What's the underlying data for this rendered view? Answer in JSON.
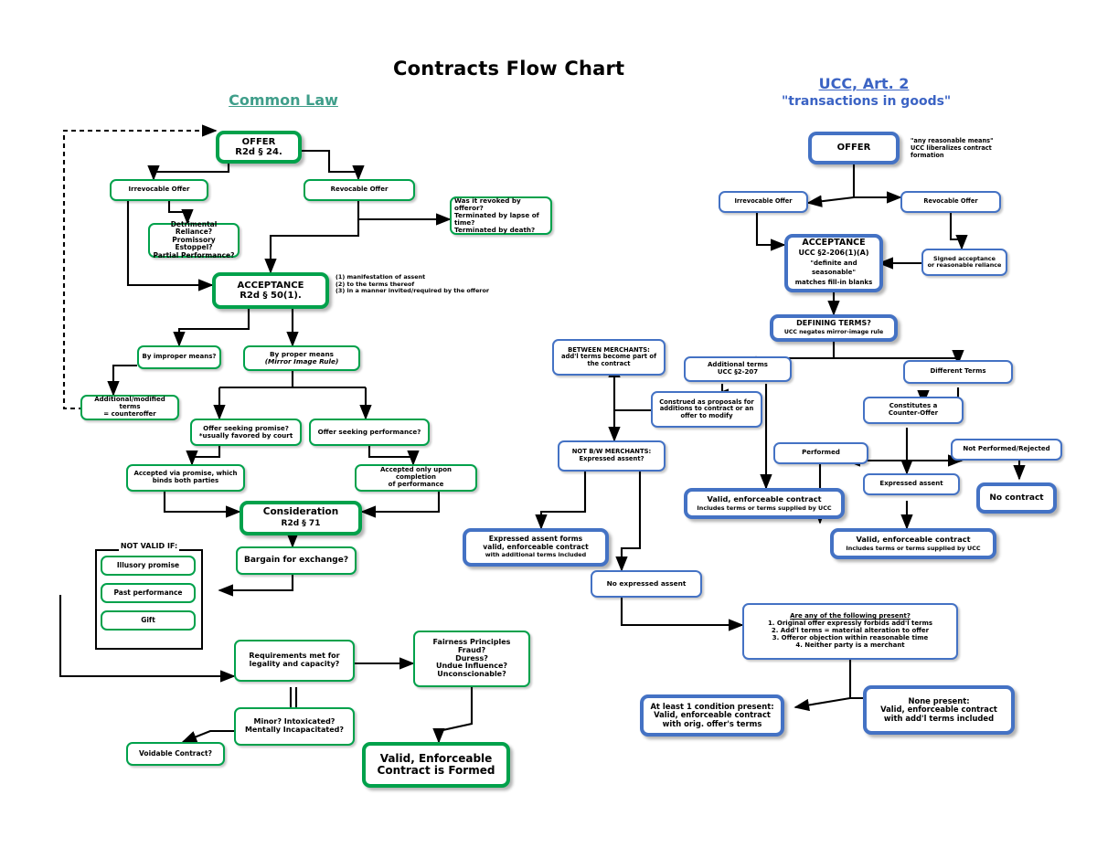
{
  "title": "Contracts Flow Chart",
  "colors": {
    "common_law_green": "#00a14b",
    "ucc_blue": "#4472c4",
    "cl_title": "#3f9e8a",
    "ucc_title": "#3b63c4"
  },
  "columns": {
    "common_law": {
      "title": "Common Law"
    },
    "ucc": {
      "title": "UCC, Art. 2",
      "subtitle": "\"transactions in goods\""
    }
  },
  "common_law": {
    "offer": {
      "l1": "OFFER",
      "l2": "R2d § 24."
    },
    "irrevocable_offer": "Irrevocable Offer",
    "revocable_offer": "Revocable Offer",
    "reliance": {
      "l1": "Detrimental Reliance?",
      "l2": "Promissory Estoppel?",
      "l3": "Partial Performance?"
    },
    "revoked": {
      "l1": "Was it revoked by offeror?",
      "l2": "Terminated by lapse of time?",
      "l3": "Terminated by death?"
    },
    "acceptance": {
      "l1": "ACCEPTANCE",
      "l2": "R2d § 50(1)."
    },
    "acceptance_note": {
      "l1": "(1) manifestation of assent",
      "l2": "(2) to the terms thereof",
      "l3": "(3) in a manner invited/required by the offeror"
    },
    "improper_means": "By improper means?",
    "proper_means": {
      "l1": "By proper means",
      "l2": "(Mirror Image Rule)"
    },
    "counteroffer": {
      "l1": "Additional/modified terms",
      "l2": "= counteroffer"
    },
    "seeking_promise": {
      "l1": "Offer seeking promise?",
      "l2": "*usually favored by court"
    },
    "seeking_performance": "Offer seeking performance?",
    "accepted_promise": {
      "l1": "Accepted via promise, which",
      "l2": "binds both parties"
    },
    "accepted_performance": {
      "l1": "Accepted only upon completion",
      "l2": "of performance"
    },
    "consideration": {
      "l1": "Consideration",
      "l2": "R2d § 71"
    },
    "bargain": "Bargain for exchange?",
    "not_valid_label": "NOT VALID IF:",
    "not_valid_items": [
      "Illusory promise",
      "Past performance",
      "Gift"
    ],
    "legality": {
      "l1": "Requirements met for",
      "l2": "legality and capacity?"
    },
    "minor": {
      "l1": "Minor? Intoxicated?",
      "l2": "Mentally Incapacitated?"
    },
    "voidable": "Voidable Contract?",
    "fairness": {
      "l1": "Fairness Principles",
      "l2": "Fraud?",
      "l3": "Duress?",
      "l4": "Undue Influence?",
      "l5": "Unconscionable?"
    },
    "valid_final": {
      "l1": "Valid, Enforceable",
      "l2": "Contract is Formed"
    }
  },
  "ucc": {
    "offer": "OFFER",
    "offer_note": {
      "l1": "\"any reasonable means\"",
      "l2": "UCC liberalizes contract",
      "l3": "formation"
    },
    "irrevocable_offer": "Irrevocable Offer",
    "revocable_offer": "Revocable Offer",
    "signed_acceptance": {
      "l1": "Signed acceptance",
      "l2": "or reasonable reliance"
    },
    "acceptance": {
      "l1": "ACCEPTANCE",
      "l2": "UCC §2-206(1)(A)",
      "l3": "\"definite and seasonable\"",
      "l4": "matches fill-in blanks"
    },
    "defining_terms": {
      "l1": "DEFINING TERMS?",
      "l2": "UCC negates mirror-image rule"
    },
    "additional_terms": {
      "l1": "Additional terms",
      "l2": "UCC §2-207"
    },
    "different_terms": "Different Terms",
    "construed": {
      "l1": "Construed as proposals for",
      "l2": "additions to contract or an",
      "l3": "offer to modify"
    },
    "between_merchants": {
      "l1": "BETWEEN MERCHANTS:",
      "l2": "add'l terms become part of",
      "l3": "the contract"
    },
    "not_bw_merchants": {
      "l1": "NOT B/W MERCHANTS:",
      "l2": "Expressed assent?"
    },
    "expressed_assent_forms": {
      "l1": "Expressed assent forms",
      "l2": "valid, enforceable contract",
      "l3": "with additional terms included"
    },
    "no_expressed_assent": "No expressed assent",
    "counter_offer": {
      "l1": "Constitutes a",
      "l2": "Counter-Offer"
    },
    "performed": "Performed",
    "not_performed": "Not Performed/Rejected",
    "expressed_assent": "Expressed assent",
    "no_contract": "No contract",
    "valid_left": {
      "l1": "Valid, enforceable contract",
      "l2": "Includes terms or terms supplied by UCC"
    },
    "valid_right": {
      "l1": "Valid, enforceable contract",
      "l2": "Includes terms or terms supplied by UCC"
    },
    "conditions": {
      "header": "Are any of the following present?",
      "i1": "1. Original offer expressly forbids add'l terms",
      "i2": "2. Add'l terms = material alteration to offer",
      "i3": "3. Offeror objection within reasonable time",
      "i4": "4. Neither party is a merchant"
    },
    "at_least_one": {
      "l1": "At least 1 condition present:",
      "l2": "Valid, enforceable contract",
      "l3": "with orig. offer's terms"
    },
    "none_present": {
      "l1": "None present:",
      "l2": "Valid, enforceable contract",
      "l3": "with add'l terms included"
    }
  }
}
